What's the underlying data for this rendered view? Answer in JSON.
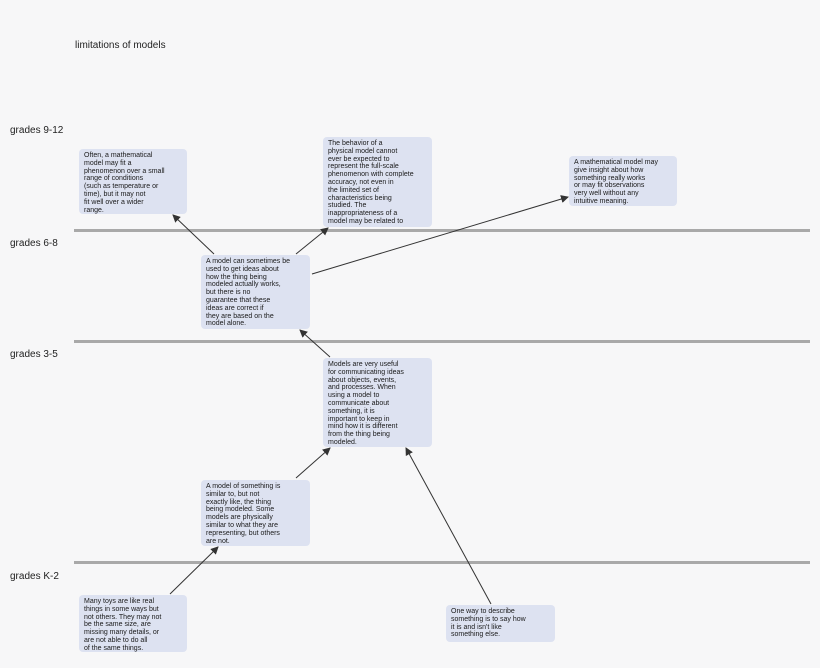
{
  "title": "limitations of models",
  "bands": [
    {
      "label": "grades 9-12"
    },
    {
      "label": "grades 6-8"
    },
    {
      "label": "grades 3-5"
    },
    {
      "label": "grades K-2"
    }
  ],
  "nodes": {
    "toys": "Many toys are like real\nthings in some ways but\nnot others. They may not\nbe the same size, are\nmissing many details, or\nare not able to do all\nof the same things.",
    "describe": "One way to describe\nsomething is to say how\nit is and isn't like\nsomething else.",
    "similar": "A model of something is\nsimilar to, but not\nexactly like, the thing\nbeing modeled. Some\nmodels are physically\nsimilar to what they are\nrepresenting, but others\nare not.",
    "useful": "Models are very useful\nfor communicating ideas\nabout objects, events,\nand processes. When\nusing a model to\ncommunicate about\nsomething, it is\nimportant to keep in\nmind how it is different\nfrom the thing being\nmodeled.",
    "ideas": "A model can sometimes be\nused to get ideas about\nhow the thing being\nmodeled actually works,\nbut there is no\nguarantee that these\nideas are correct if\nthey are based on the\nmodel alone.",
    "mathematical": "Often, a mathematical\nmodel may fit a\nphenomenon over a small\nrange of conditions\n(such as temperature or\ntime), but it may not\nfit well over a wider\nrange.",
    "physical": "The behavior of a\nphysical model cannot\never be expected to\nrepresent the full-scale\nphenomenon with complete\naccuracy, not even in\nthe limited set of\ncharacteristics being\nstudied. The\ninappropriateness of a\nmodel may be related to",
    "insight": "A mathematical model may\ngive insight about how\nsomething really works\nor may fit observations\nvery well without any\nintuitive meaning."
  },
  "colors": {
    "node_fill": "#dde2f1",
    "band_line": "#a9a9a9",
    "arrow": "#333333",
    "background": "#f7f7f8"
  }
}
